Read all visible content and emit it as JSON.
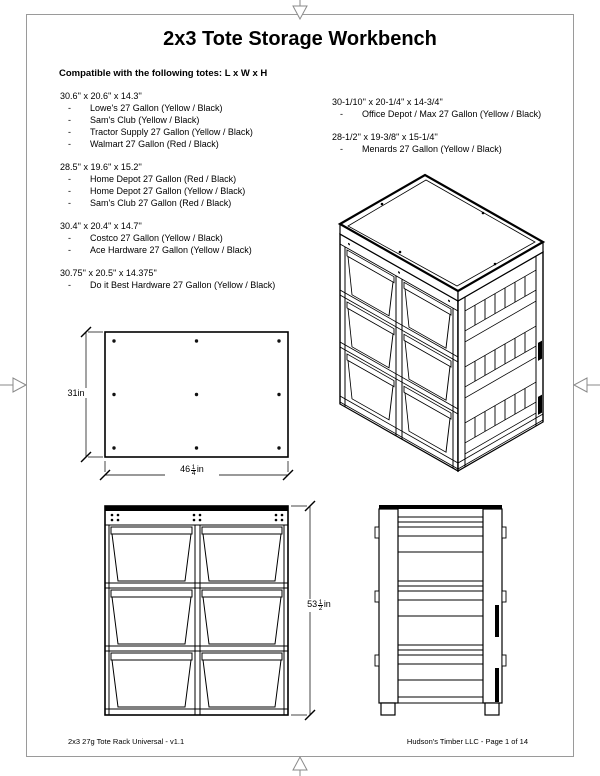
{
  "page": {
    "title": "2x3 Tote Storage Workbench",
    "subtitle": "Compatible with the following totes: L x W x H",
    "footer_left": "2x3 27g Tote Rack Universal - v1.1",
    "footer_right": "Hudson's Timber LLC - Page 1 of 14",
    "list_bullet": "-"
  },
  "compat_left": [
    {
      "size": "30.6'' x 20.6'' x 14.3''",
      "items": [
        "Lowe's 27 Gallon (Yellow / Black)",
        "Sam's Club (Yellow / Black)",
        "Tractor Supply 27 Gallon (Yellow / Black)",
        "Walmart 27 Gallon (Red / Black)"
      ]
    },
    {
      "size": "28.5'' x 19.6'' x 15.2''",
      "items": [
        "Home Depot 27 Gallon (Red / Black)",
        "Home Depot 27 Gallon (Yellow / Black)",
        "Sam's Club 27 Gallon (Red / Black)"
      ]
    },
    {
      "size": "30.4'' x 20.4'' x 14.7''",
      "items": [
        "Costco 27 Gallon (Yellow / Black)",
        "Ace Hardware 27 Gallon (Yellow / Black)"
      ]
    },
    {
      "size": "30.75'' x 20.5'' x 14.375''",
      "items": [
        "Do it Best Hardware 27 Gallon (Yellow / Black)"
      ]
    }
  ],
  "compat_right": [
    {
      "size": "30-1/10'' x 20-1/4'' x 14-3/4''",
      "items": [
        "Office Depot / Max 27 Gallon (Yellow / Black)"
      ]
    },
    {
      "size": "28-1/2'' x 19-3/8'' x 15-1/4''",
      "items": [
        "Menards 27 Gallon (Yellow / Black)"
      ]
    }
  ],
  "dimensions": {
    "top_view_height": "31in",
    "top_view_width": {
      "whole": "46",
      "num": "1",
      "den": "4",
      "unit": "in"
    },
    "front_view_height": {
      "whole": "53",
      "num": "1",
      "den": "2",
      "unit": "in"
    }
  }
}
